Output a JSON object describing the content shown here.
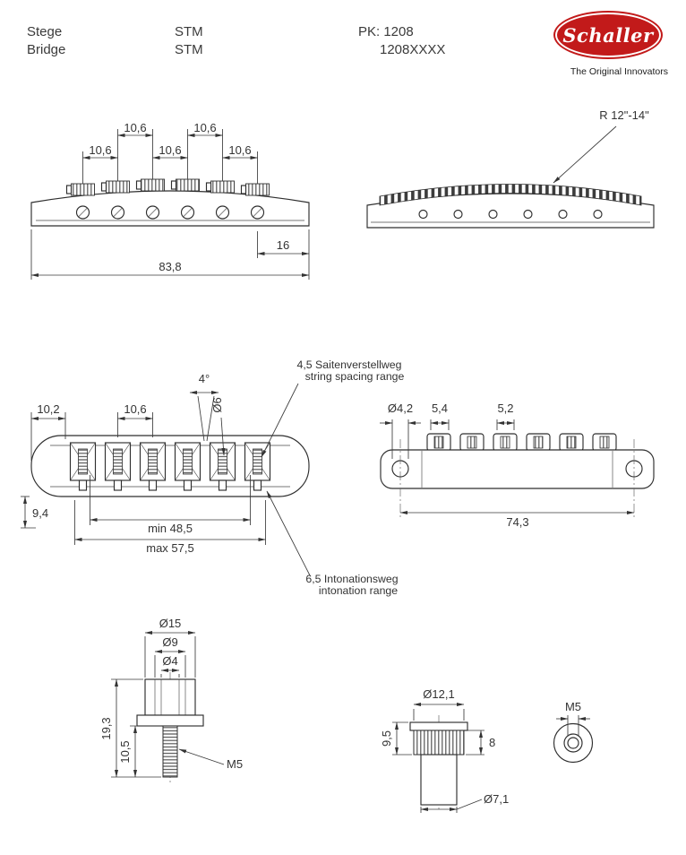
{
  "header": {
    "row1_label": "Stege",
    "row2_label": "Bridge",
    "row1_value": "STM",
    "row2_value": "STM",
    "pk": "PK: 1208",
    "pk_number": "1208XXXX",
    "brand": "Schaller",
    "tagline": "The Original Innovators"
  },
  "front_view": {
    "spacing_row_upper": [
      "10,6",
      "10,6"
    ],
    "spacing_row_lower": [
      "10,6",
      "10,6",
      "10,6"
    ],
    "saddle_to_end": "16",
    "total_width": "83,8"
  },
  "radius_view": {
    "radius": "R 12\"-14\""
  },
  "top_view": {
    "end_offset": "10,2",
    "saddle_spacing": "10,6",
    "angle": "4°",
    "roller_dia": "Ø6",
    "screw_offset": "9,4",
    "min_spread": "min 48,5",
    "max_spread": "max 57,5",
    "note_spacing_line1": "4,5 Saitenverstellweg",
    "note_spacing_line2": "string spacing range",
    "note_intonation_line1": "6,5 Intonationsweg",
    "note_intonation_line2": "intonation range"
  },
  "rear_view": {
    "hole_dia": "Ø4,2",
    "dim_54": "5,4",
    "dim_52": "5,2",
    "hole_spacing": "74,3"
  },
  "stud_view": {
    "dia_15": "Ø15",
    "dia_9": "Ø9",
    "dia_4": "Ø4",
    "total_height": "19,3",
    "thread_length": "10,5",
    "thread": "M5"
  },
  "bushing_view": {
    "dia_121": "Ø12,1",
    "height_95": "9,5",
    "knurl_height": "8",
    "dia_71": "Ø7,1",
    "thread": "M5"
  }
}
